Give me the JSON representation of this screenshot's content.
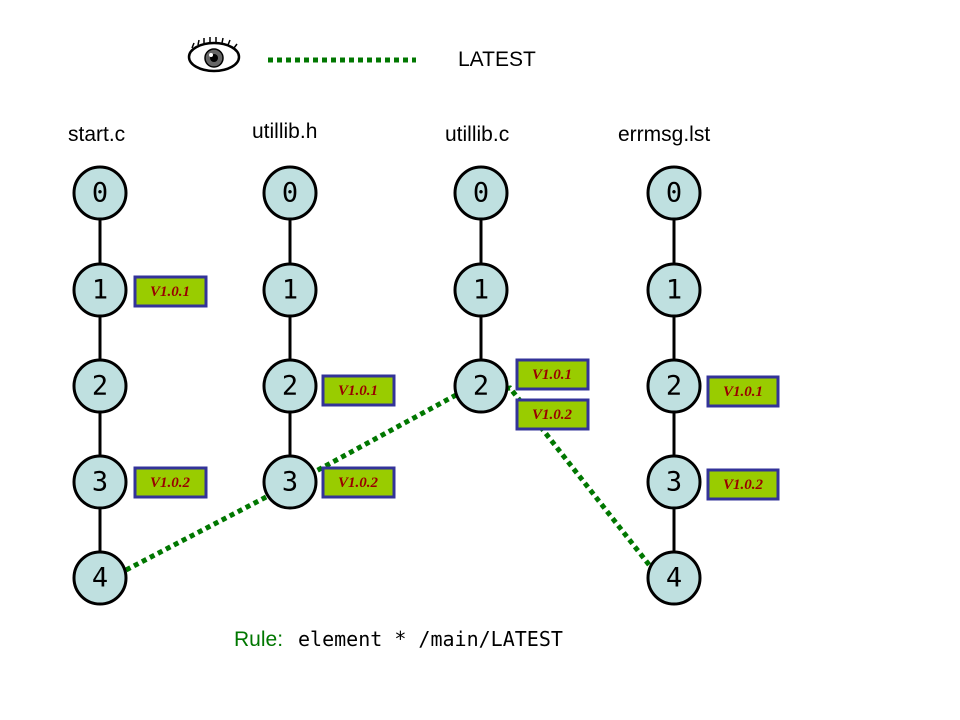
{
  "legend": {
    "icon": "eye-icon",
    "line_label": "LATEST",
    "line_color": "#007700"
  },
  "files": [
    {
      "name": "start.c",
      "versions": [
        "0",
        "1",
        "2",
        "3",
        "4"
      ],
      "labels": [
        {
          "version": "1",
          "text": "V1.0.1"
        },
        {
          "version": "3",
          "text": "V1.0.2"
        }
      ]
    },
    {
      "name": "utillib.h",
      "versions": [
        "0",
        "1",
        "2",
        "3"
      ],
      "labels": [
        {
          "version": "2",
          "text": "V1.0.1"
        },
        {
          "version": "3",
          "text": "V1.0.2"
        }
      ]
    },
    {
      "name": "utillib.c",
      "versions": [
        "0",
        "1",
        "2"
      ],
      "labels": [
        {
          "version": "2",
          "text": "V1.0.1"
        },
        {
          "version": "2",
          "text": "V1.0.2"
        }
      ]
    },
    {
      "name": "errmsg.lst",
      "versions": [
        "0",
        "1",
        "2",
        "3",
        "4"
      ],
      "labels": [
        {
          "version": "2",
          "text": "V1.0.1"
        },
        {
          "version": "3",
          "text": "V1.0.2"
        }
      ]
    }
  ],
  "latest_path": [
    {
      "file": "start.c",
      "version": "4"
    },
    {
      "file": "utillib.h",
      "version": "3"
    },
    {
      "file": "utillib.c",
      "version": "2"
    },
    {
      "file": "errmsg.lst",
      "version": "4"
    }
  ],
  "rule": {
    "label": "Rule:",
    "text": "element * /main/LATEST"
  },
  "colors": {
    "node_fill": "#bfe0e0",
    "label_fill": "#99cc00",
    "label_border": "#333399",
    "label_text": "#990000"
  }
}
